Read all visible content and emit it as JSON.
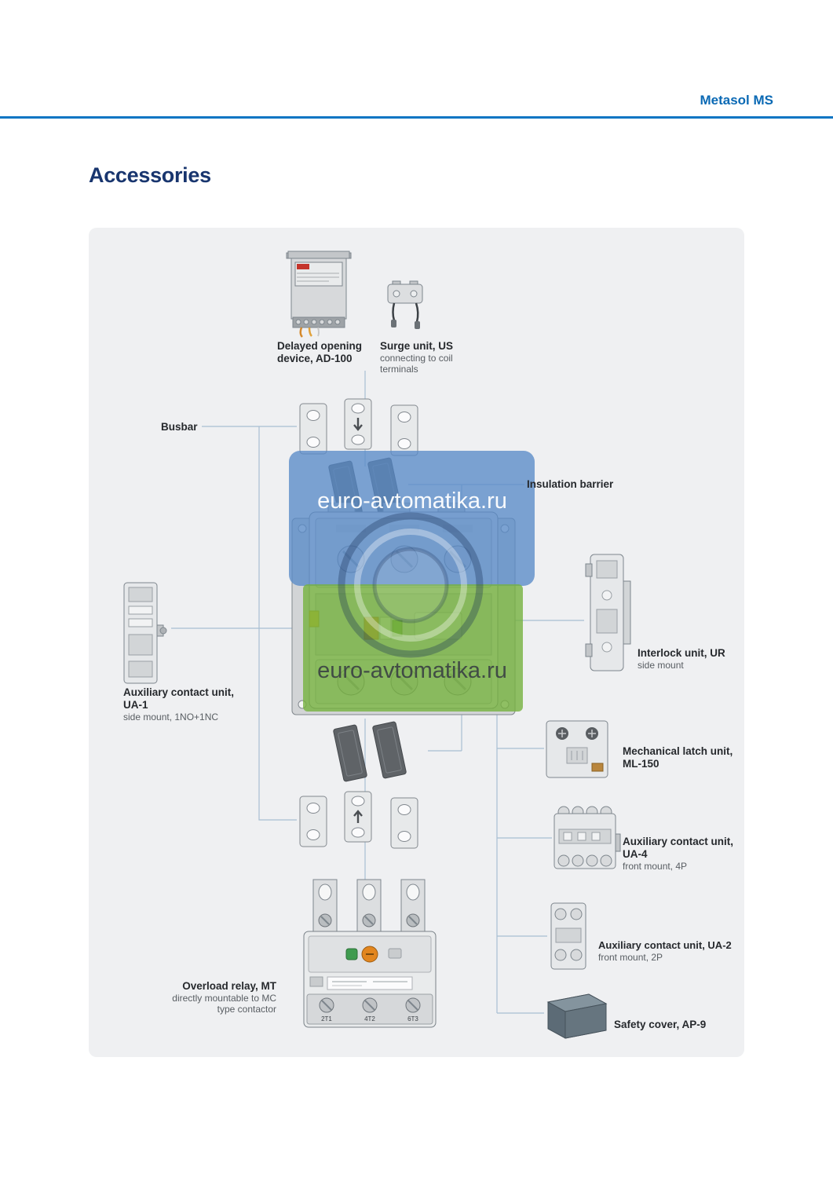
{
  "header": {
    "brand": "Metasol MS"
  },
  "page": {
    "title": "Accessories"
  },
  "watermark": {
    "text_top": "euro-avtomatika.ru",
    "text_bottom": "euro-avtomatika.ru"
  },
  "accessories": {
    "ad100": {
      "line1": "Delayed opening",
      "line2": "device, AD-100"
    },
    "surge": {
      "title": "Surge unit, US",
      "sub1": "connecting to coil",
      "sub2": "terminals"
    },
    "busbar": {
      "title": "Busbar"
    },
    "insulation_barrier": {
      "title": "Insulation barrier"
    },
    "ua1": {
      "line1": "Auxiliary contact unit,",
      "line2": "UA-1",
      "sub": "side mount, 1NO+1NC"
    },
    "interlock_ur": {
      "title": "Interlock unit, UR",
      "sub": "side mount"
    },
    "ml150": {
      "line1": "Mechanical latch unit,",
      "line2": "ML-150"
    },
    "ua4": {
      "line1": "Auxiliary contact unit,",
      "line2": "UA-4",
      "sub": "front mount, 4P"
    },
    "ua2": {
      "title": "Auxiliary contact unit, UA-2",
      "sub": "front mount, 2P"
    },
    "safety_cover": {
      "title": "Safety cover, AP-9"
    },
    "overload_mt": {
      "title": "Overload relay, MT",
      "sub1": "directly mountable to MC",
      "sub2": "type contactor"
    }
  },
  "relay": {
    "terminals": [
      "2T1",
      "4T2",
      "6T3"
    ]
  },
  "colors": {
    "header_blue": "#0a69b4",
    "title_navy": "#18356e",
    "panel_bg": "#eff0f2",
    "connector_line": "#a7bed3",
    "watermark_blue": "#588ac8",
    "watermark_green": "#76b23e"
  }
}
